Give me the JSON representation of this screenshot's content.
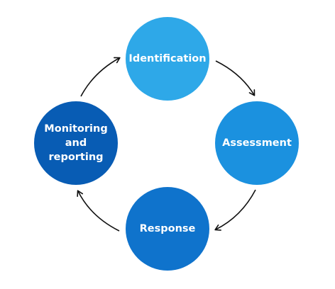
{
  "cycle": {
    "nodes": [
      {
        "label": "Identification",
        "color": "#2ea8e8"
      },
      {
        "label": "Assessment",
        "color": "#1b91df"
      },
      {
        "label": "Response",
        "color": "#0f73cc"
      },
      {
        "label": "Monitoring and reporting",
        "color": "#085cb4"
      }
    ]
  },
  "icons": {
    "arrow": "curved-arrow-icon"
  },
  "colors": {
    "arrow": "#111111",
    "background": "#ffffff"
  }
}
